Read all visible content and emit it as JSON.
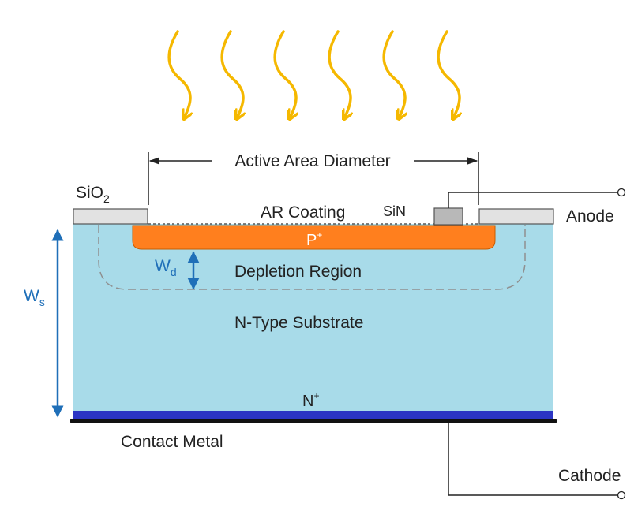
{
  "labels": {
    "active_area": "Active Area Diameter",
    "sio2_main": "SiO",
    "sio2_sub": "2",
    "ar_coating": "AR Coating",
    "sin": "SiN",
    "anode": "Anode",
    "p_main": "P",
    "p_sup": "+",
    "wd_main": "W",
    "wd_sub": "d",
    "depletion": "Depletion Region",
    "ws_main": "W",
    "ws_sub": "s",
    "substrate": "N-Type Substrate",
    "n_main": "N",
    "n_sup": "+",
    "contact_metal": "Contact Metal",
    "cathode": "Cathode"
  },
  "colors": {
    "light_rays": "#f5b800",
    "p_plus": "#ff7f1e",
    "substrate": "#a8dbe9",
    "n_plus_layer": "#2b35c4",
    "contact_metal": "#111111",
    "oxide": "#e2e2e2",
    "sin_pad": "#b8b8b8",
    "dimension_arrows": "#1f6fb8"
  }
}
